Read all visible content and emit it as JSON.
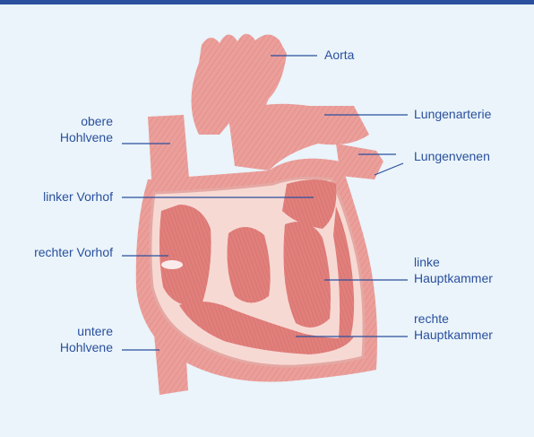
{
  "colors": {
    "background": "#eaf4fa",
    "top_bar": "#2a4f9e",
    "label_text": "#2a4f9e",
    "leader_line": "#2a4f9e",
    "tissue": "#e99a96",
    "tissue_dark": "#d9706d",
    "chamber_wall": "#f7d9d4"
  },
  "labels": {
    "aorta": "Aorta",
    "lungenarterie": "Lungenarterie",
    "lungenvenen": "Lungenvenen",
    "obere_hohlvene": [
      "obere",
      "Hohlvene"
    ],
    "linker_vorhof": "linker Vorhof",
    "rechter_vorhof": "rechter Vorhof",
    "linke_hauptkammer": [
      "linke",
      "Hauptkammer"
    ],
    "untere_hohlvene": [
      "untere",
      "Hohlvene"
    ],
    "rechte_hauptkammer": [
      "rechte",
      "Hauptkammer"
    ]
  }
}
